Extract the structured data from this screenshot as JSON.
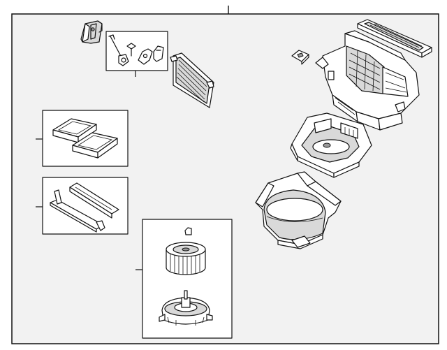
{
  "diagram": {
    "colors": {
      "panel_background": "#f2f2f2",
      "line": "#111111",
      "part_fill": "#ffffff",
      "shade": "#d9d9d9",
      "dark_shade": "#9a9a9a"
    },
    "parts": [
      "bracket-part",
      "hardware-kit-group",
      "evaporator-core",
      "cabin-filter-group",
      "filter-seal-group",
      "blower-motor-group",
      "blower-case-upper",
      "cabin-filter-cover",
      "small-clip",
      "blower-case-middle",
      "blower-case-lower"
    ],
    "callouts": [
      "top-callout",
      "hardware-kit-callout",
      "cabin-filter-callout",
      "filter-seal-callout",
      "blower-motor-callout"
    ]
  }
}
